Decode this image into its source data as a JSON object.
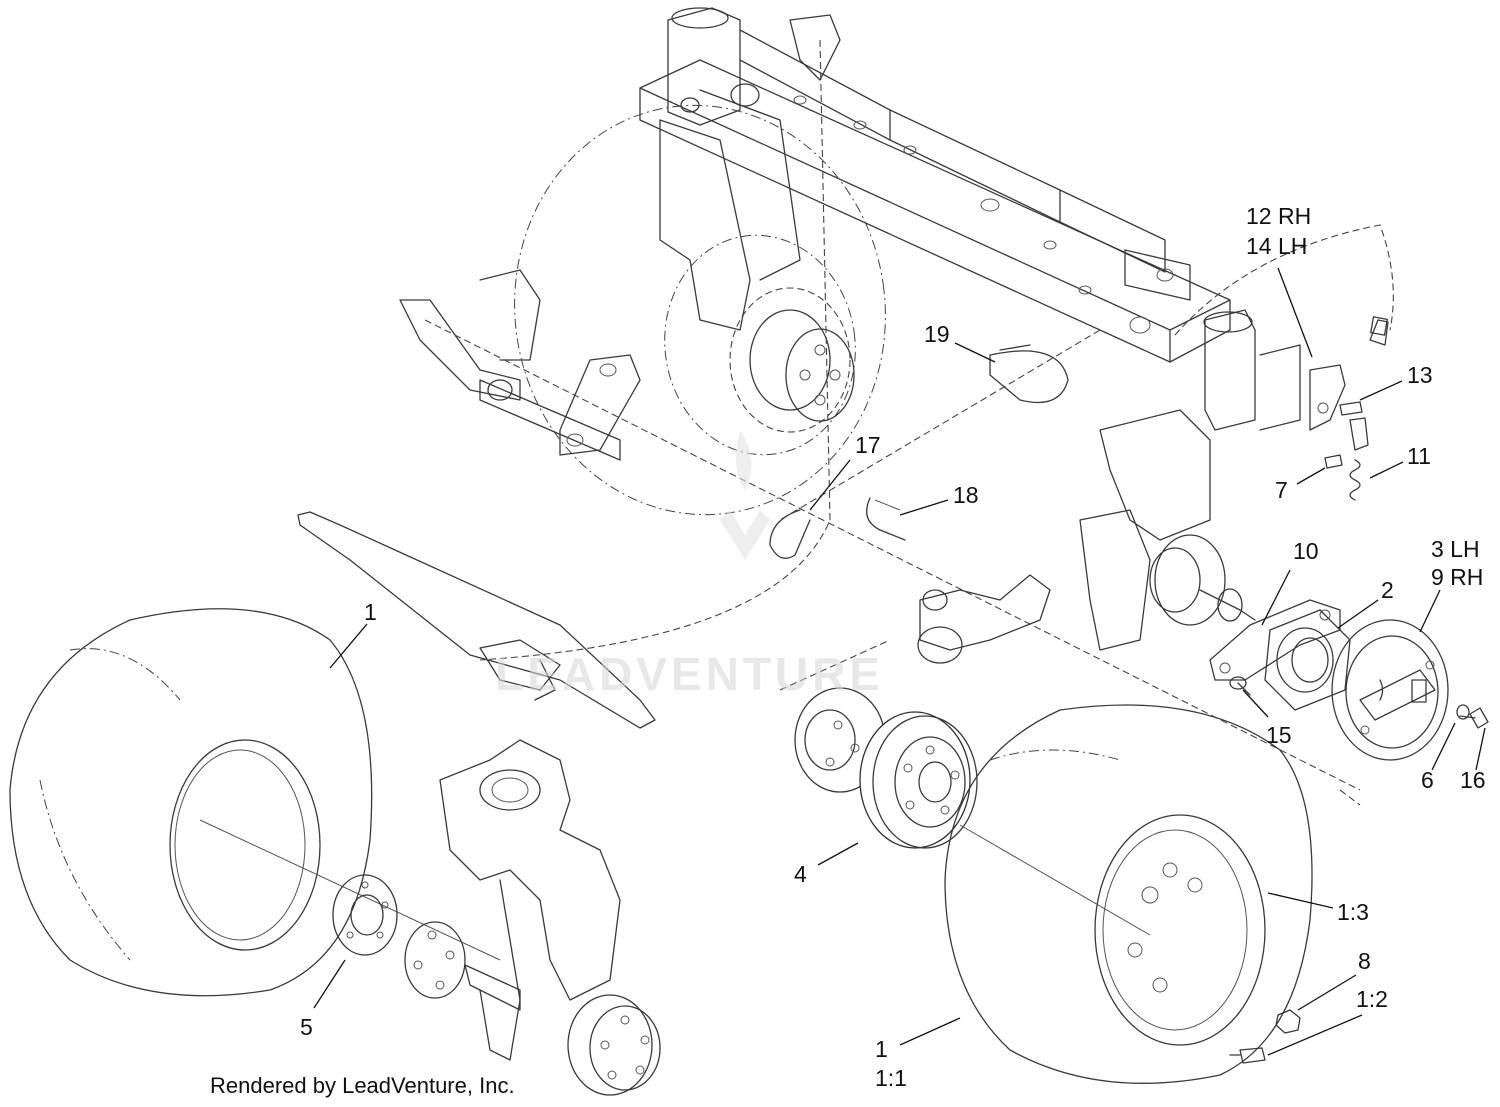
{
  "watermark": "LEADVENTURE",
  "render_credit": "Rendered by LeadVenture, Inc.",
  "callouts": {
    "c12": "12 RH",
    "c14": "14 LH",
    "c13": "13",
    "c19": "19",
    "c11": "11",
    "c7": "7",
    "c17": "17",
    "c18": "18",
    "c10": "10",
    "c3": "3  LH",
    "c9": "9  RH",
    "c2": "2",
    "c1_left": "1",
    "c15": "15",
    "c6": "6",
    "c16": "16",
    "c4": "4",
    "c1_3": "1:3",
    "c8": "8",
    "c1_2": "1:2",
    "c5": "5",
    "c1_right": "1",
    "c1_1": "1:1"
  },
  "colors": {
    "line": "#3a3a3a",
    "text": "#111111",
    "watermark": "#d7d7d7",
    "background": "#ffffff"
  }
}
